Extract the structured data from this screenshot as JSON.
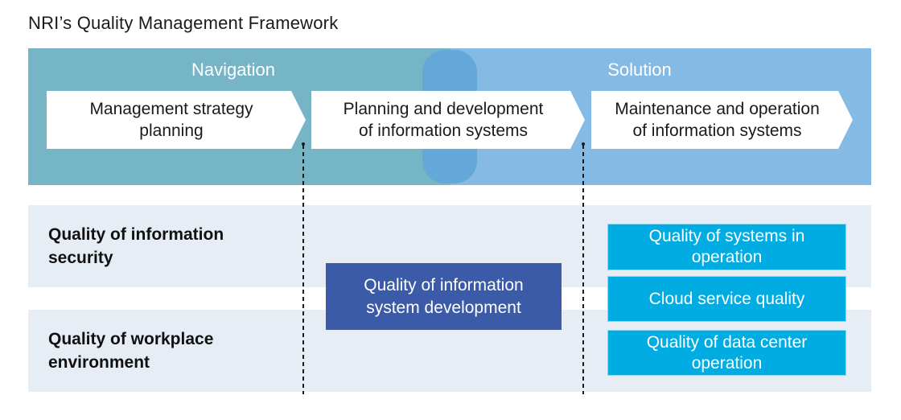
{
  "title": "NRI’s Quality Management Framework",
  "colors": {
    "teal": "#76B5C6",
    "solution-blue": "#85BAE4",
    "pill-blue": "#64A8D9",
    "row-bg": "#E7EDF5",
    "dev-blue": "#3B5BA9",
    "cyan": "#00ACE2"
  },
  "banner": {
    "phases": [
      {
        "label": "Navigation"
      },
      {
        "label": "Solution"
      }
    ],
    "steps": [
      {
        "label": "Management strategy planning"
      },
      {
        "label": "Planning and development of information systems"
      },
      {
        "label": "Maintenance and operation of information systems"
      }
    ]
  },
  "rows": [
    {
      "label": "Quality of information security"
    },
    {
      "label": "Quality of workplace environment"
    }
  ],
  "boxes": {
    "development": {
      "label": "Quality of information system development"
    },
    "solution_items": [
      {
        "label": "Quality of systems in operation"
      },
      {
        "label": "Cloud service quality"
      },
      {
        "label": "Quality of data center operation"
      }
    ]
  }
}
